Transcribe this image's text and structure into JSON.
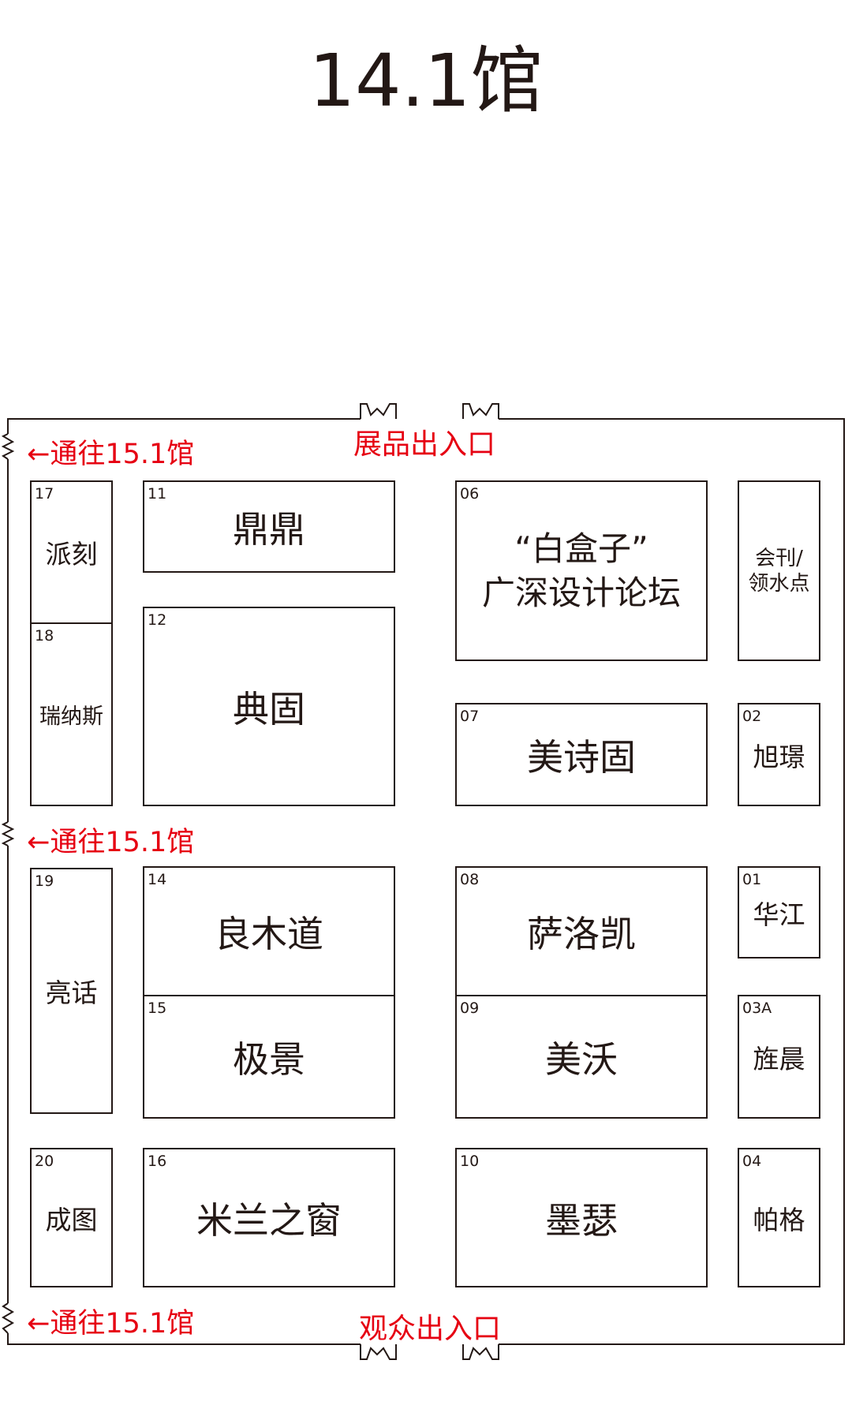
{
  "title": "14.1馆",
  "entrances": {
    "top": "展品出入口",
    "bottom": "观众出入口",
    "side_1": "←通往15.1馆",
    "side_2": "←通往15.1馆",
    "side_3": "←通往15.1馆"
  },
  "booths": {
    "b17": {
      "num": "17",
      "name": "派刻"
    },
    "b18": {
      "num": "18",
      "name": "瑞纳斯"
    },
    "b19": {
      "num": "19",
      "name": "亮话"
    },
    "b20": {
      "num": "20",
      "name": "成图"
    },
    "b11": {
      "num": "11",
      "name": "鼎鼎"
    },
    "b12": {
      "num": "12",
      "name": "典固"
    },
    "b14": {
      "num": "14",
      "name": "良木道"
    },
    "b15": {
      "num": "15",
      "name": "极景"
    },
    "b16": {
      "num": "16",
      "name": "米兰之窗"
    },
    "b06": {
      "num": "06",
      "name_line1": "“白盒子”",
      "name_line2": "广深设计论坛"
    },
    "b07": {
      "num": "07",
      "name": "美诗固"
    },
    "b08": {
      "num": "08",
      "name": "萨洛凯"
    },
    "b09": {
      "num": "09",
      "name": "美沃"
    },
    "b10": {
      "num": "10",
      "name": "墨瑟"
    },
    "bmag": {
      "name_line1": "会刊/",
      "name_line2": "领水点"
    },
    "b02": {
      "num": "02",
      "name": "旭璟"
    },
    "b01": {
      "num": "01",
      "name": "华江"
    },
    "b03a": {
      "num": "03A",
      "name": "旌晨"
    },
    "b04": {
      "num": "04",
      "name": "帕格"
    }
  },
  "colors": {
    "line": "#231815",
    "accent_red": "#e60012"
  }
}
